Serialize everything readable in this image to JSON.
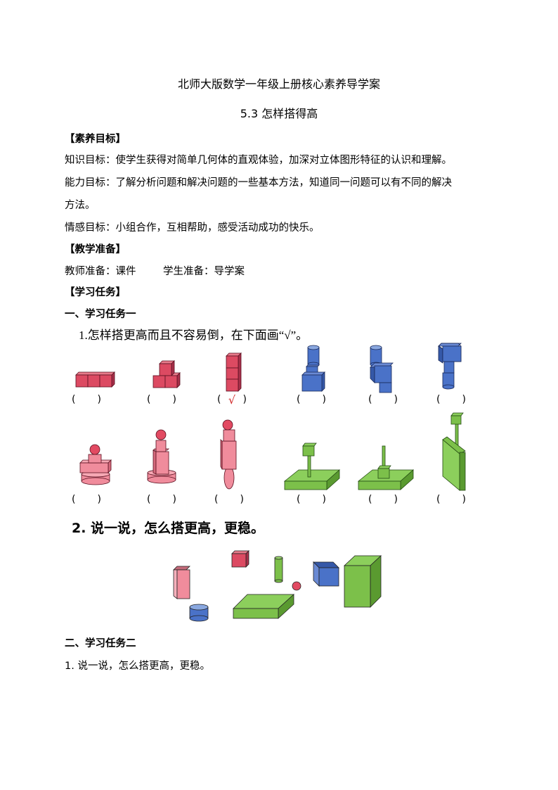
{
  "document": {
    "title": "北师大版数学一年级上册核心素养导学案",
    "subtitle": "5.3 怎样搭得高"
  },
  "sections": {
    "goals": {
      "heading": "【素养目标】",
      "knowledge": "知识目标：使学生获得对简单几何体的直观体验，加深对立体图形特征的认识和理解。",
      "ability_line1": "能力目标：了解分析问题和解决问题的一些基本方法，知道同一问题可以有不同的解决",
      "ability_line2": "方法。",
      "emotion": "情感目标：小组合作，互相帮助，感受活动成功的快乐。"
    },
    "preparation": {
      "heading": "【教学准备】",
      "teacher": "教师准备：课件",
      "student": "学生准备：导学案"
    },
    "tasks": {
      "heading": "【学习任务】",
      "task1": {
        "heading": "一、学习任务一",
        "q1": "1.怎样搭更高而且不容易倒，在下面画“√”。",
        "row1_answers": [
          "",
          "",
          "√",
          "",
          "",
          ""
        ],
        "row2_answers": [
          "",
          "",
          "",
          "",
          "",
          ""
        ],
        "q2": "2. 说一说，怎么搭更高，更稳。"
      },
      "task2": {
        "heading": "二、学习任务二",
        "q1": "1. 说一说，怎么搭更高，更稳。"
      }
    }
  },
  "paren": {
    "left": "(",
    "right": ")"
  },
  "colors": {
    "red": "#e0506a",
    "pink": "#f08c9c",
    "blue": "#4a72c8",
    "green": "#7cc04a",
    "check": "#d12a2a"
  }
}
